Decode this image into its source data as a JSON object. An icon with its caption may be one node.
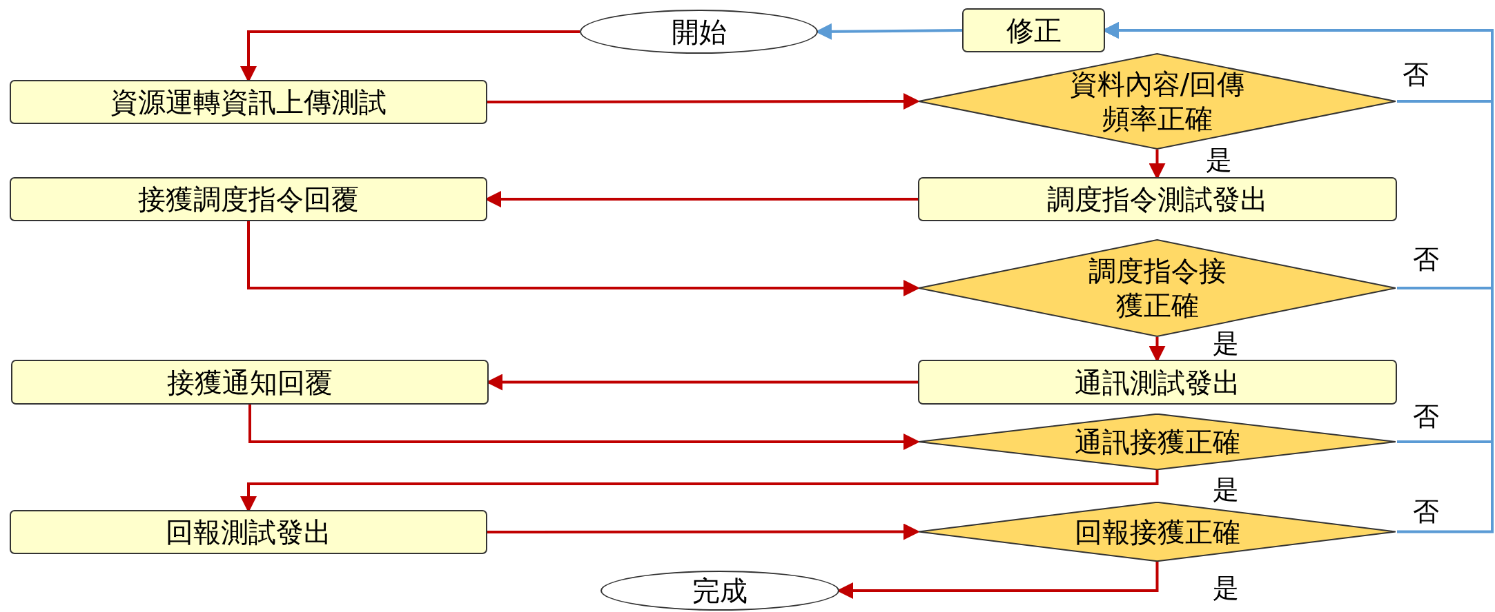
{
  "diagram": {
    "nodes": [
      {
        "text": [
          "開始"
        ]
      },
      {
        "text": [
          "修正"
        ]
      },
      {
        "text": [
          "資源運轉資訊上傳測試"
        ]
      },
      {
        "text": [
          "資料內容/回傳頻率正確"
        ]
      },
      {
        "text": [
          "調度指令測試發出"
        ]
      },
      {
        "text": [
          "接獲調度指令回覆"
        ]
      },
      {
        "text": [
          "調度指令接獲正確"
        ]
      },
      {
        "text": [
          "通訊測試發出"
        ]
      },
      {
        "text": [
          "接獲通知回覆"
        ]
      },
      {
        "text": [
          "通訊接獲正確"
        ]
      },
      {
        "text": [
          "回報測試發出"
        ]
      },
      {
        "text": [
          "回報接獲正確"
        ]
      },
      {
        "text": [
          "完成"
        ]
      }
    ],
    "edges": [
      {
        "from": 0,
        "to": 2,
        "arrow": "to"
      },
      {
        "from": 2,
        "to": 3,
        "arrow": "to"
      },
      {
        "from": 3,
        "to": 4,
        "arrow": "to",
        "label": "是"
      },
      {
        "from": 4,
        "to": 5,
        "arrow": "to"
      },
      {
        "from": 5,
        "to": 6,
        "arrow": "to"
      },
      {
        "from": 6,
        "to": 7,
        "arrow": "to",
        "label": "是"
      },
      {
        "from": 7,
        "to": 8,
        "arrow": "to"
      },
      {
        "from": 8,
        "to": 9,
        "arrow": "to"
      },
      {
        "from": 9,
        "to": 10,
        "arrow": "to",
        "label": "是"
      },
      {
        "from": 10,
        "to": 11,
        "arrow": "to"
      },
      {
        "from": 11,
        "to": 12,
        "arrow": "to",
        "label": "是"
      },
      {
        "from": 3,
        "to": 1,
        "arrow": "to",
        "label": "否",
        "color": "#5b9bd5"
      },
      {
        "from": 6,
        "to": 1,
        "arrow": "to",
        "label": "否",
        "color": "#5b9bd5"
      },
      {
        "from": 9,
        "to": 1,
        "arrow": "to",
        "label": "否",
        "color": "#5b9bd5"
      },
      {
        "from": 11,
        "to": 1,
        "arrow": "to",
        "label": "否",
        "color": "#5b9bd5"
      },
      {
        "from": 1,
        "to": 0,
        "arrow": "to",
        "color": "#5b9bd5"
      }
    ]
  }
}
